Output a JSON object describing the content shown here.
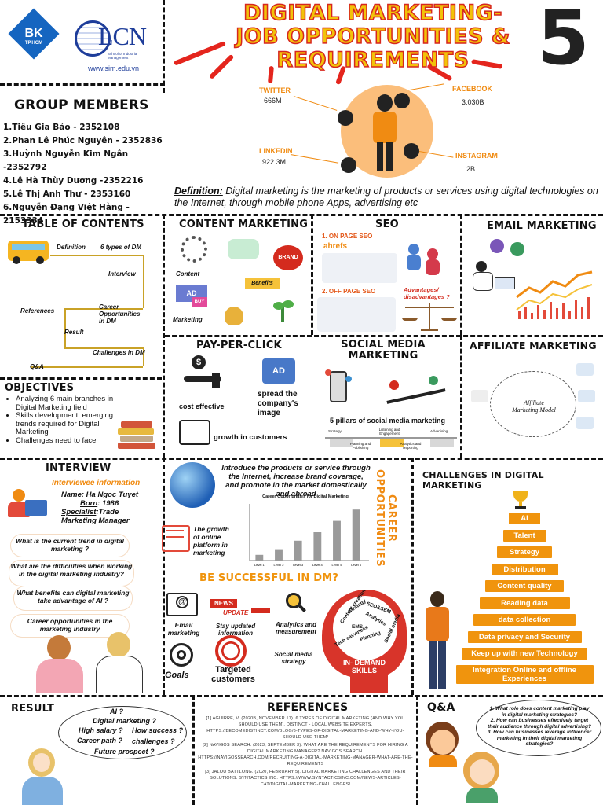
{
  "header": {
    "logo1_text": "BK",
    "logo1_sub": "TP.HCM",
    "logo2_text": "LCN",
    "logo2_sub": "School of Industrial Management",
    "website": "www.sim.edu.vn",
    "title_lines": [
      "DIGITAL MARKETING-",
      "JOB OPPORTUNITIES &",
      "REQUIREMENTS"
    ],
    "group_number": "5"
  },
  "social": {
    "twitter": {
      "name": "TWITTER",
      "value": "666M"
    },
    "facebook": {
      "name": "FACEBOOK",
      "value": "3.030B"
    },
    "linkedin": {
      "name": "LINKEDIN",
      "value": "922.3M"
    },
    "instagram": {
      "name": "INSTAGRAM",
      "value": "2B"
    }
  },
  "group_members": {
    "heading": "GROUP MEMBERS",
    "items": [
      "1.Tiêu Gia Bảo - 2352108",
      "2.Phan Lê Phúc Nguyên - 2352836",
      "3.Huỳnh Nguyễn Kim Ngân -2352792",
      "4.Lê Hà Thùy Dương -2352216",
      "5.Lê Thị Anh Thư - 2353160",
      "6.Nguyễn Đặng Việt Hằng - 2153334"
    ]
  },
  "definition": {
    "label": "Definition:",
    "text": " Digital marketing is the marketing of products or services using digital technologies on the Internet, through mobile phone Apps, advertising etc"
  },
  "toc": {
    "heading": "TABLE OF CONTENTS",
    "definition": "Definition",
    "types": "6 types of DM",
    "interview": "Interview",
    "career": "Career Opportunities in DM",
    "references": "References",
    "result": "Result",
    "challenges": "Challenges in DM",
    "qa": "Q&A"
  },
  "objectives": {
    "heading": "OBJECTIVES",
    "items": [
      "Analyzing 6 main branches in Digital Marketing field",
      "Skills development, emerging trends required for Digital Marketing",
      "Challenges need to face"
    ]
  },
  "content_marketing": {
    "heading": "CONTENT MARKETING",
    "content": "Content",
    "marketing": "Marketing",
    "brand": "BRAND",
    "benefits": "Benefits",
    "ad": "AD",
    "buy": "BUY"
  },
  "seo": {
    "heading": "SEO",
    "on_page": "1. ON PAGE SEO",
    "off_page": "2. OFF PAGE SEO",
    "ahrefs": "ahrefs",
    "adv": "Advantages/ disadvantages ?"
  },
  "email_marketing": {
    "heading": "EMAIL MARKETING"
  },
  "ppc": {
    "heading": "PAY-PER-CLICK",
    "cost": "cost effective",
    "spread": "spread the company's image",
    "growth": "growth in customers",
    "ad": "AD"
  },
  "social_media": {
    "heading": "SOCIAL MEDIA MARKETING",
    "pillars": "5 pillars of social media marketing",
    "steps": [
      "Strategy",
      "Planning and Publishing",
      "Listening and Engagement",
      "Analytics and Reporting",
      "Advertising"
    ]
  },
  "affiliate": {
    "heading": "AFFILIATE MARKETING",
    "model": "Affiliate Marketing Model"
  },
  "interview": {
    "heading": "INTERVIEW",
    "info_heading": "Interviewee information",
    "name_label": "Name",
    "name": ": Ha Ngoc Tuyet",
    "born_label": "Born",
    "born": ": 1986",
    "spec_label": "Specialist",
    "spec": ":Trade Marketing Manager",
    "questions": [
      "What is the current trend in digital marketing ?",
      "What are the difficulties when working in the digital marketing industry?",
      "What benefits can digital marketing take advantage of AI ?",
      "Career opportunities in the marketing industry"
    ]
  },
  "career": {
    "vertical": "CAREER OPPORTUNITIES",
    "intro": "Introduce the products or service through the Internet, increase brand coverage, and promote in the market domestically and abroad",
    "chart_title": "Career Opportunities for Digital Marketing",
    "growth_text": "The growth of online platform in marketing"
  },
  "chart_data": {
    "type": "bar",
    "title": "Career Opportunities for Digital Marketing",
    "categories": [
      "Level 1",
      "Level 2",
      "Level 3",
      "Level 4",
      "Level 5",
      "Level 6"
    ],
    "values": [
      10,
      20,
      35,
      50,
      70,
      90
    ],
    "ylim": [
      0,
      100
    ]
  },
  "success": {
    "heading": "BE SUCCESSFUL IN DM?",
    "email": "Email marketing",
    "news": "NEWS",
    "update": "UPDATE",
    "stay": "Stay updated information",
    "analytics": "Analytics and measurement",
    "goals": "Goals",
    "targeted": "Targeted customers",
    "social_strategy": "Social media strategy",
    "skills_label": "IN- DEMAND SKILLS",
    "skills": [
      "Content creation",
      "Strategy",
      "SEO&SEM",
      "Analytics",
      "EMS",
      "Planning",
      "Social media",
      "Tech savviness"
    ]
  },
  "challenges": {
    "heading": "CHALLENGES IN DIGITAL MARKETING",
    "levels": [
      "AI",
      "Talent",
      "Strategy",
      "Distribution",
      "Content quality",
      "Reading data",
      "data collection",
      "Data privacy and Security",
      "Keep up with new Technology",
      "Integration Online and offline Experiences"
    ]
  },
  "result": {
    "heading": "RESULT",
    "bubbles": [
      "AI ?",
      "Digital marketing ?",
      "High salary ?",
      "How success ?",
      "Career path ?",
      "challenges ?",
      "Future prospect ?"
    ]
  },
  "references": {
    "heading": "REFERENCES",
    "items": [
      "[1] AGUIRRE, V. (2020B, NOVEMBER 17). 6 TYPES OF DIGITAL MARKETING (AND WHY YOU SHOULD USE THEM). DISTINCT - LOCAL WEBSITE EXPERTS. HTTPS://BECOMEDISTINCT.COM/BLOG/6-TYPES-OF-DIGITAL-MARKETING-AND-WHY-YOU-SHOULD-USE-THEM/",
      "[2] NAVIGOS SEARCH. (2023, SEPTEMBER 3). WHAT ARE THE REQUIREMENTS FOR HIRING A DIGITAL MARKETING MANAGER? NAVIGOS SEARCH. HTTPS://NAVIGOSSEARCH.COM/RECRUITING-A-DIGITAL-MARKETING-MANAGER-WHAT-ARE-THE-REQUIREMENTS",
      "[3] JALOU BATTLONG. (2020, FEBRUARY 5). DIGITAL MARKETING CHALLENGES AND THEIR SOLUTIONS. SYNTACTICS INC. HTTPS://WWW.SYNTACTICSINC.COM/NEWS-ARTICLES-CAT/DIGITAL-MARKETING-CHALLENGES/"
    ]
  },
  "qa": {
    "heading": "Q&A",
    "questions": [
      "1. What role does content marketing play in digital marketing strategies?",
      "2. How can businesses effectively target their audience through digital advertising?",
      "3. How can businesses leverage influencer marketing in their digital marketing strategies?"
    ]
  }
}
